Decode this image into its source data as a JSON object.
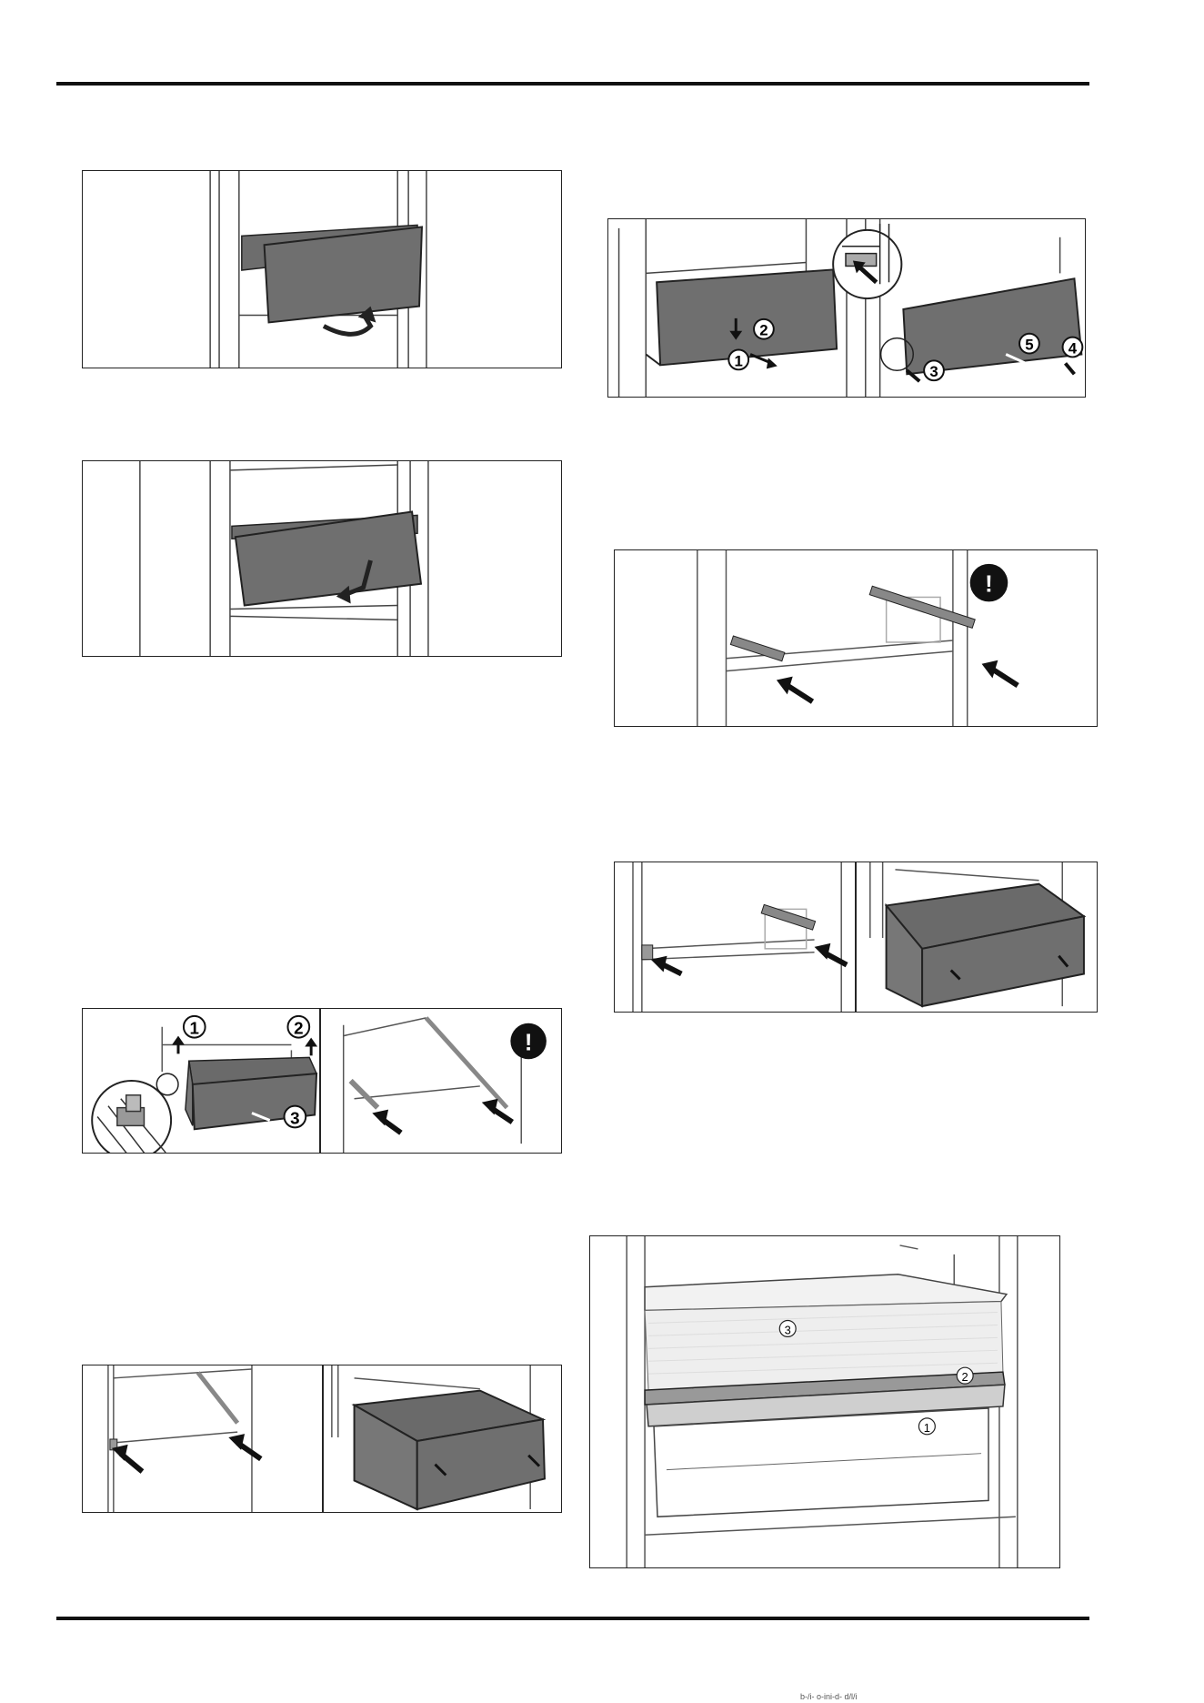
{
  "figures": {
    "fig1": {},
    "fig2": {},
    "fig3": {
      "callouts": [
        "2",
        "1",
        "5",
        "4",
        "3"
      ]
    },
    "fig4": {
      "warning_symbol": "!"
    },
    "fig5": {},
    "fig6": {
      "callouts": [
        "1",
        "2",
        "3"
      ],
      "warning_symbol": "!"
    },
    "fig7": {},
    "fig8": {
      "callouts": [
        "3",
        "2",
        "1"
      ]
    }
  },
  "footer": {
    "text": "b-/i- o-ini-d- d/l/i"
  }
}
